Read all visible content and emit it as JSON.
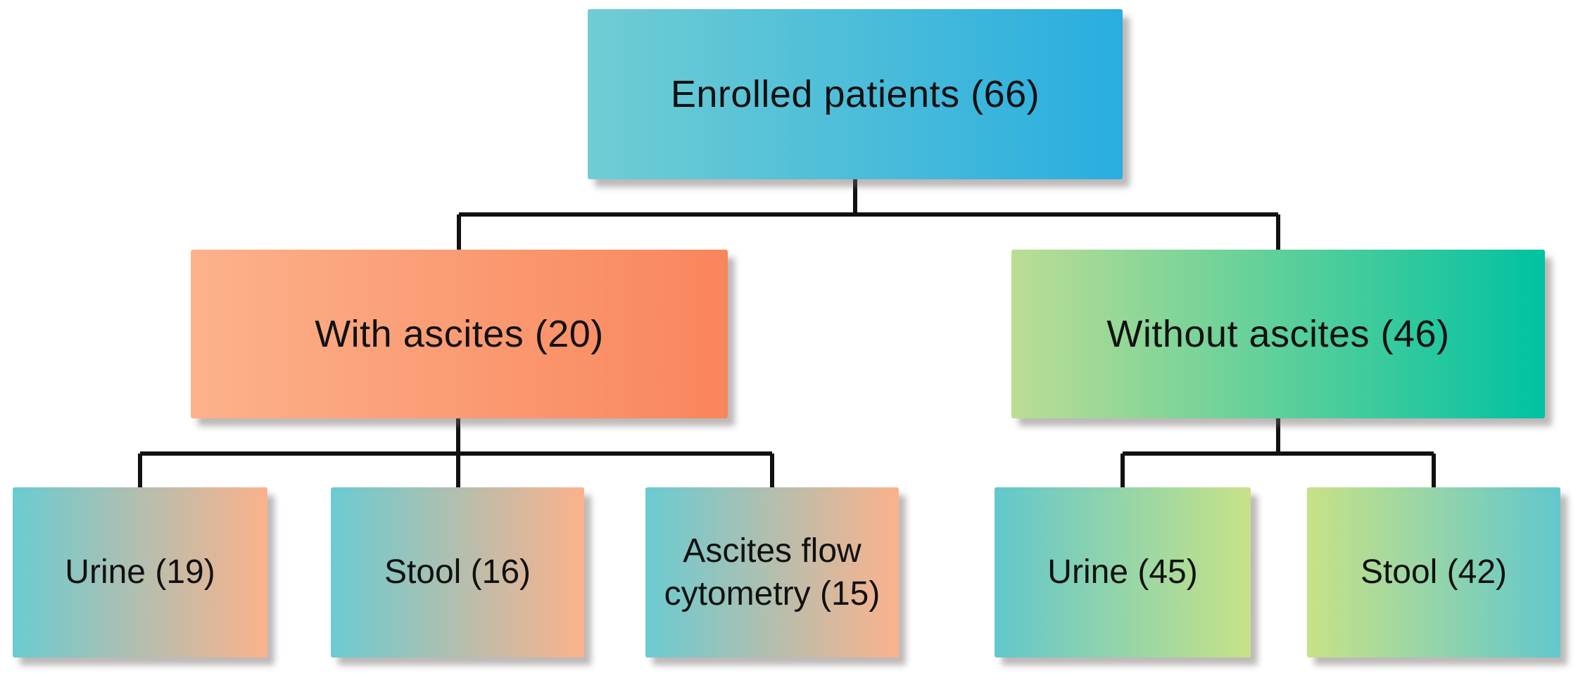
{
  "diagram": {
    "type": "flowchart",
    "background": "#ffffff",
    "connector_color": "#111111",
    "text_color": "#111111",
    "nodes": {
      "enrolled": {
        "label": "Enrolled patients (66)",
        "count": 66,
        "gradient": [
          "#70cdd3",
          "#29ade0"
        ]
      },
      "with_ascites": {
        "label": "With ascites (20)",
        "count": 20,
        "gradient": [
          "#fcb28b",
          "#f9855c"
        ]
      },
      "without_ascites": {
        "label": "Without ascites (46)",
        "count": 46,
        "gradient": [
          "#bcdd94",
          "#00c2a1"
        ]
      },
      "urine_with_ascites": {
        "label": "Urine (19)",
        "count": 19,
        "gradient": [
          "#6acbd1",
          "#fcb28c"
        ]
      },
      "stool_with_ascites": {
        "label": "Stool (16)",
        "count": 16,
        "gradient": [
          "#6acbd1",
          "#fcb28c"
        ]
      },
      "ascites_flow_cytometry": {
        "label": "Ascites flow cytometry (15)",
        "count": 15,
        "gradient": [
          "#6acbd1",
          "#fcb28c"
        ]
      },
      "urine_without_ascites": {
        "label": "Urine (45)",
        "count": 45,
        "gradient": [
          "#62c7cc",
          "#c7e286"
        ]
      },
      "stool_without_ascites": {
        "label": "Stool (42)",
        "count": 42,
        "gradient": [
          "#c7e286",
          "#62c7cc"
        ]
      }
    },
    "edges": [
      [
        "enrolled",
        "with_ascites"
      ],
      [
        "enrolled",
        "without_ascites"
      ],
      [
        "with_ascites",
        "urine_with_ascites"
      ],
      [
        "with_ascites",
        "stool_with_ascites"
      ],
      [
        "with_ascites",
        "ascites_flow_cytometry"
      ],
      [
        "without_ascites",
        "urine_without_ascites"
      ],
      [
        "without_ascites",
        "stool_without_ascites"
      ]
    ]
  }
}
